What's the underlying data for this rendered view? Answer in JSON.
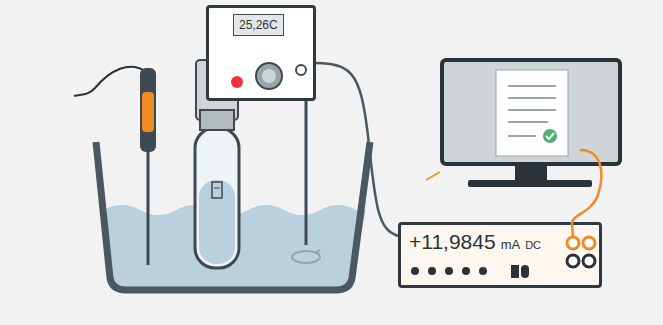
{
  "diagram": {
    "nodes": [
      {
        "text": [
          "25,26C"
        ]
      },
      {
        "text": [
          "+11,9845",
          "mA",
          "DC"
        ]
      }
    ],
    "edges": [
      {
        "from": 0,
        "to": 1,
        "arrow": "none"
      }
    ]
  }
}
